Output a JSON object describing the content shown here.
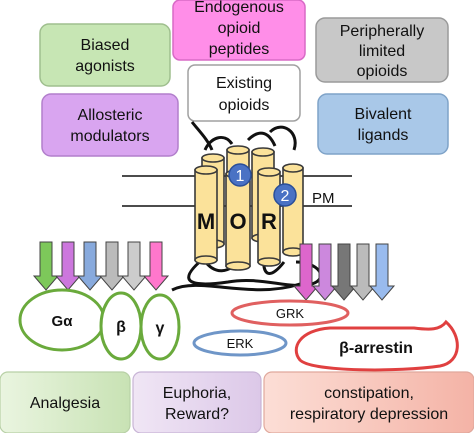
{
  "boxes": {
    "biased": {
      "line1": "Biased",
      "line2": "agonists",
      "fill": "#c7e6b4",
      "stroke": "#9fbf8e"
    },
    "endogenous": {
      "line1": "Endogenous",
      "line2": "opioid",
      "line3": "peptides",
      "fill": "#ff8ee8",
      "stroke": "#d86ac6"
    },
    "peripheral": {
      "line1": "Peripherally",
      "line2": "limited",
      "line3": "opioids",
      "fill": "#c8c8c8",
      "stroke": "#9a9a9a"
    },
    "existing": {
      "line1": "Existing",
      "line2": "opioids",
      "fill": "#ffffff",
      "stroke": "#a0a0a0"
    },
    "allosteric": {
      "line1": "Allosteric",
      "line2": "modulators",
      "fill": "#d9a5f0",
      "stroke": "#b27fcc"
    },
    "bivalent": {
      "line1": "Bivalent",
      "line2": "ligands",
      "fill": "#a9c8e8",
      "stroke": "#7fa3c8"
    }
  },
  "receptor": {
    "letter_m": "M",
    "letter_o": "O",
    "letter_r": "R",
    "site1": "1",
    "site2": "2",
    "membrane_label": "PM",
    "helix_fill": "#fbe29a",
    "helix_stroke": "#3a3a3a",
    "site_fill": "#4a72c4"
  },
  "left_arrow_colors": [
    "#7dc85a",
    "#cc77dd",
    "#88aadd",
    "#bbbbbb",
    "#cccccc",
    "#ff77cc"
  ],
  "right_arrow_colors": [
    "#dd66cc",
    "#cc88dd",
    "#777777",
    "#bbbbbb",
    "#99bbee"
  ],
  "g_protein": {
    "alpha": "Gα",
    "beta": "β",
    "gamma": "γ",
    "color": "#6aaa3c"
  },
  "effectors": {
    "grk": "GRK",
    "grk_color": "#e06060",
    "erk": "ERK",
    "erk_color": "#6f96c8",
    "arrestin": "β-arrestin",
    "arrestin_color": "#e04040"
  },
  "outcomes": {
    "analgesia": {
      "text": "Analgesia",
      "fill": "#d3e8c3"
    },
    "euphoria": {
      "line1": "Euphoria,",
      "line2": "Reward?",
      "fill": "#e0d0ea"
    },
    "constipation": {
      "line1": "constipation,",
      "line2": "respiratory depression",
      "fill": "#f7c9c0"
    }
  }
}
